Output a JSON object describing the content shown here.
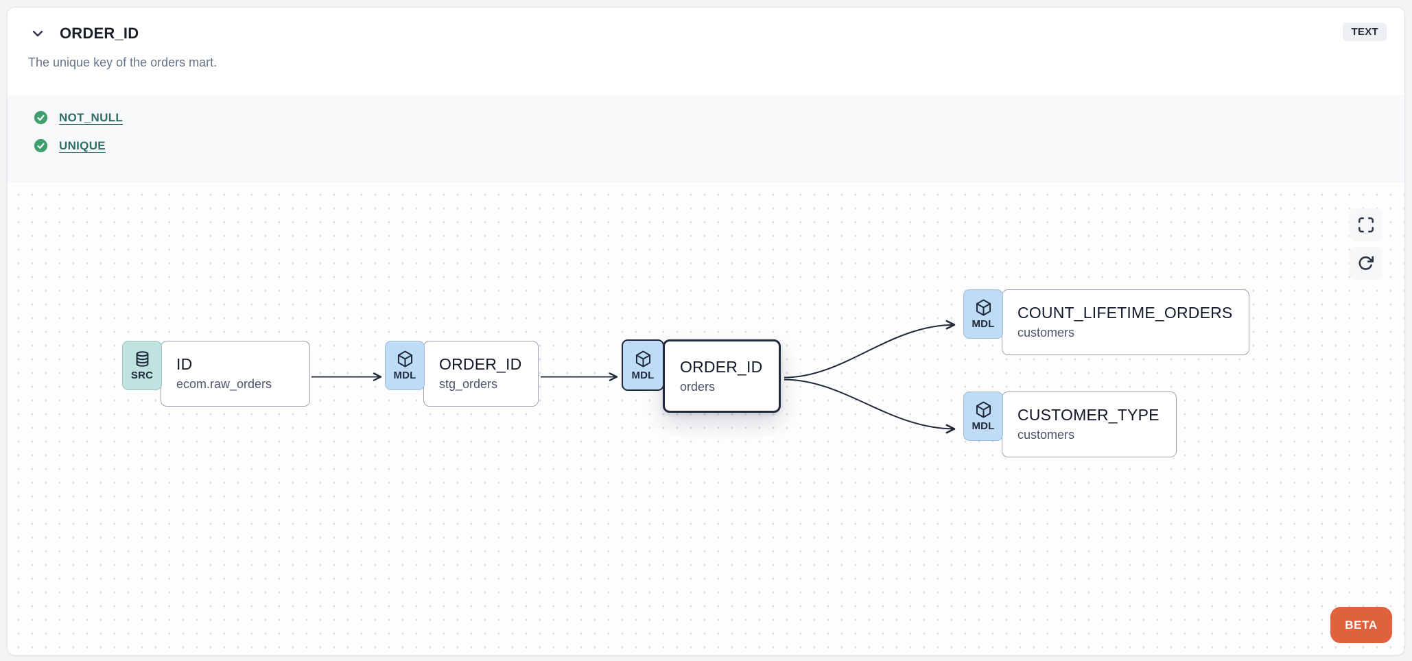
{
  "header": {
    "title": "ORDER_ID",
    "description": "The unique key of the orders mart.",
    "type_badge": "TEXT"
  },
  "tests": {
    "items": [
      {
        "status": "pass",
        "label": "NOT_NULL"
      },
      {
        "status": "pass",
        "label": "UNIQUE"
      }
    ]
  },
  "lineage": {
    "nodes": [
      {
        "badge": "SRC",
        "icon": "database-icon",
        "title": "ID",
        "subtitle": "ecom.raw_orders",
        "selected": false
      },
      {
        "badge": "MDL",
        "icon": "cube-icon",
        "title": "ORDER_ID",
        "subtitle": "stg_orders",
        "selected": false
      },
      {
        "badge": "MDL",
        "icon": "cube-icon",
        "title": "ORDER_ID",
        "subtitle": "orders",
        "selected": true
      },
      {
        "badge": "MDL",
        "icon": "cube-icon",
        "title": "COUNT_LIFETIME_ORDERS",
        "subtitle": "customers",
        "selected": false
      },
      {
        "badge": "MDL",
        "icon": "cube-icon",
        "title": "CUSTOMER_TYPE",
        "subtitle": "customers",
        "selected": false
      }
    ],
    "edges": [
      {
        "from": "ID ecom.raw_orders",
        "to": "ORDER_ID stg_orders"
      },
      {
        "from": "ORDER_ID stg_orders",
        "to": "ORDER_ID orders"
      },
      {
        "from": "ORDER_ID orders",
        "to": "COUNT_LIFETIME_ORDERS customers"
      },
      {
        "from": "ORDER_ID orders",
        "to": "CUSTOMER_TYPE customers"
      }
    ],
    "beta_label": "BETA"
  },
  "colors": {
    "accent_orange": "#E0613D",
    "test_pass_green": "#3F9E6E",
    "link_teal": "#2E6E67",
    "badge_src_bg": "#BFE3DE",
    "badge_mdl_bg": "#BFDCF7",
    "node_border": "#98A2B0",
    "selected_border": "#1E293B"
  }
}
